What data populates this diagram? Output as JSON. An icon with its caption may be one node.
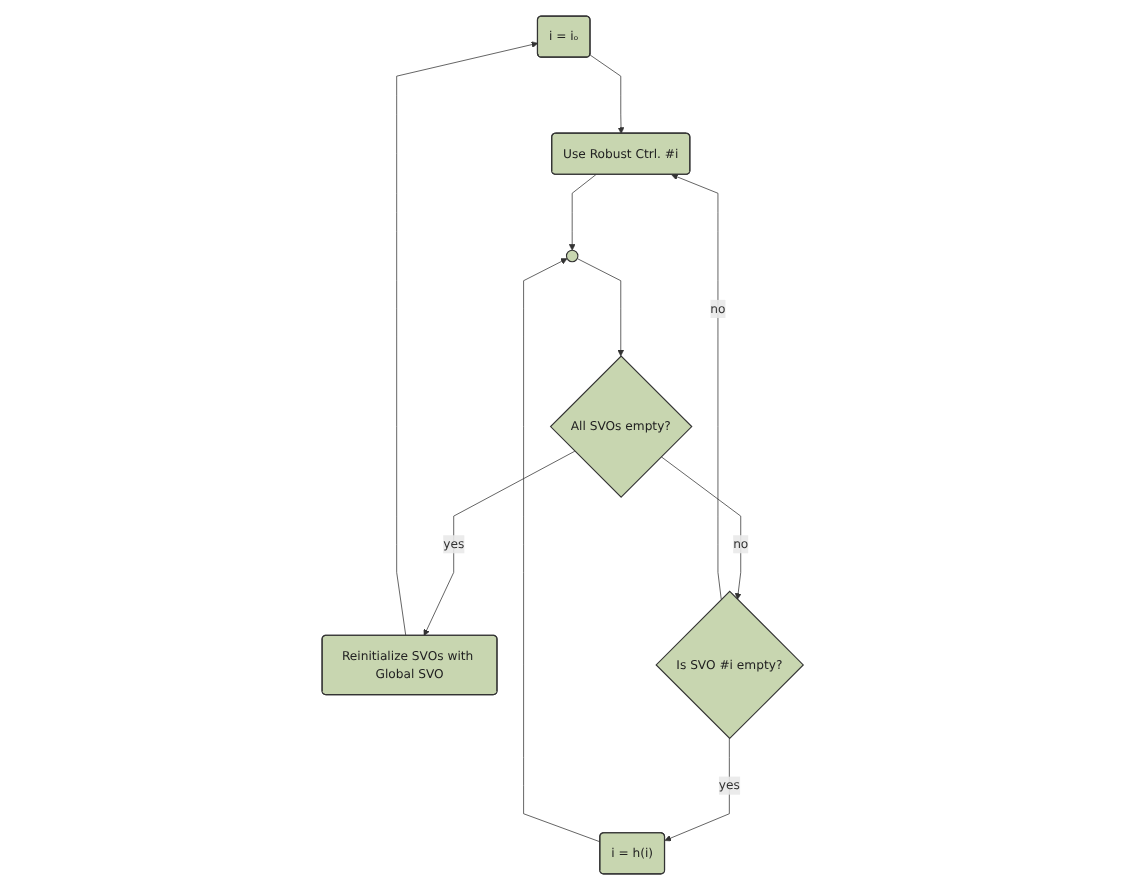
{
  "diagram": {
    "nodes": [
      {
        "text": [
          "i = iₒ"
        ]
      },
      {
        "text": [
          "Use Robust Ctrl. #i"
        ]
      },
      {
        "text": [],
        "shape": "circle"
      },
      {
        "text": [
          "All SVOs empty?"
        ]
      },
      {
        "text": [
          "Reinitialize SVOs with Global SVO"
        ]
      },
      {
        "text": [
          "Is SVO #i empty?"
        ]
      },
      {
        "text": [
          "i = h(i)"
        ]
      }
    ],
    "edges": [
      {
        "from": 0,
        "to": 1,
        "arrow": "to"
      },
      {
        "from": 1,
        "to": 2,
        "arrow": "to"
      },
      {
        "from": 2,
        "to": 3,
        "arrow": "to"
      },
      {
        "from": 3,
        "to": 4,
        "label": "yes",
        "arrow": "to"
      },
      {
        "from": 3,
        "to": 5,
        "label": "no",
        "arrow": "to"
      },
      {
        "from": 4,
        "to": 0,
        "arrow": "to"
      },
      {
        "from": 5,
        "to": 6,
        "label": "yes",
        "arrow": "to"
      },
      {
        "from": 6,
        "to": 2,
        "arrow": "to"
      },
      {
        "from": 5,
        "to": 1,
        "label": "no",
        "arrow": "to"
      }
    ]
  }
}
